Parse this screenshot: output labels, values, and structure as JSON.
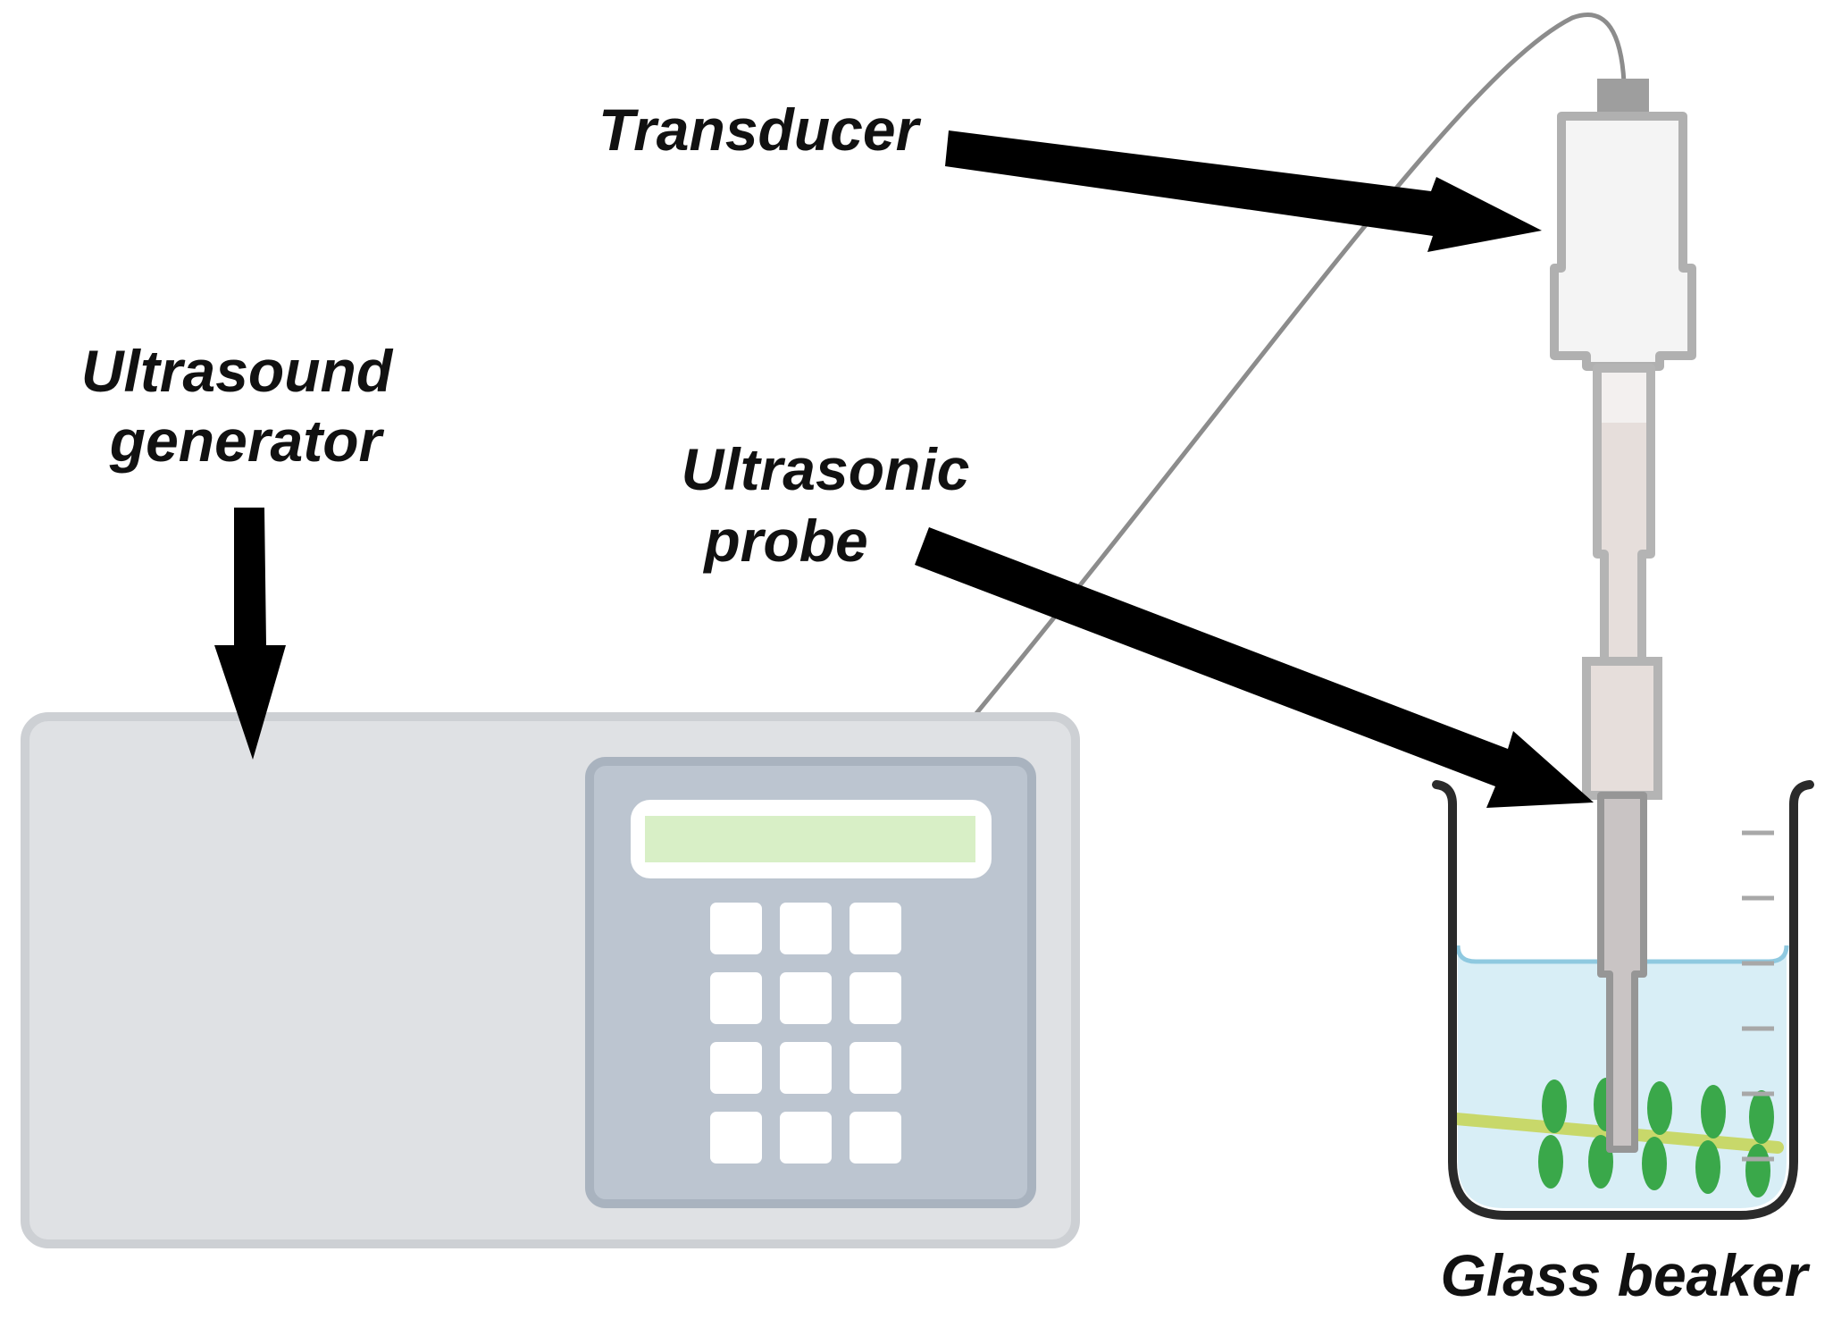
{
  "labels": {
    "transducer": "Transducer",
    "ultrasound_generator_line1": "Ultrasound",
    "ultrasound_generator_line2": "generator",
    "ultrasonic_probe_line1": "Ultrasonic",
    "ultrasonic_probe_line2": "probe",
    "glass_beaker": "Glass beaker"
  },
  "colors": {
    "generator_body": "#dfe1e4",
    "generator_border": "#cdd0d4",
    "keypad_panel": "#bcc5d0",
    "keypad_border": "#a9b3bf",
    "display_screen": "#d8efc6",
    "keypad_key": "#ffffff",
    "cable": "#8c8c8c",
    "transducer_body": "#f4f4f4",
    "transducer_outline": "#a8a8a8",
    "probe_body": "#e6dedb",
    "beaker_outline": "#2a2a2a",
    "water": "#d8eef6",
    "water_surface": "#8fc9e0",
    "plant_leaves": "#3aa84a",
    "plant_stem": "#c8d86a",
    "arrow": "#000000"
  },
  "icons": {
    "keypad": "keypad-icon",
    "plant": "plant-sample-icon",
    "beaker": "glass-beaker-icon"
  }
}
